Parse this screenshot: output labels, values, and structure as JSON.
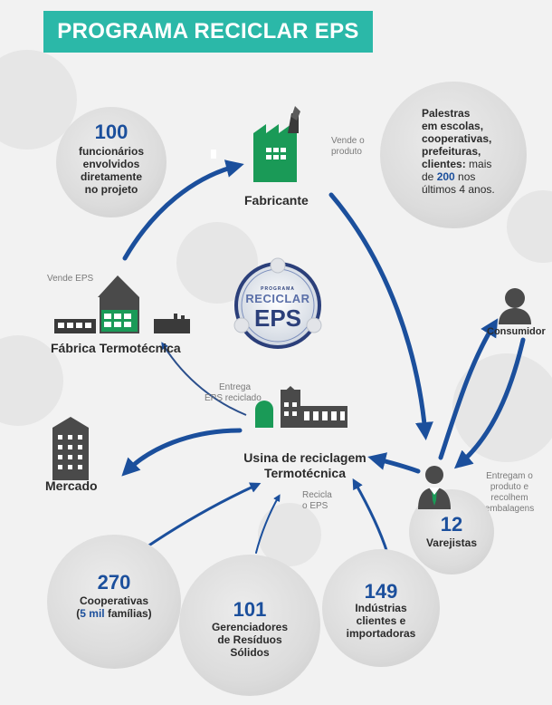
{
  "title": "PROGRAMA RECICLAR EPS",
  "logo": {
    "line1": "PROGRAMA",
    "line2": "RECICLAR",
    "line3": "EPS"
  },
  "employees": {
    "number": "100",
    "text": [
      "funcionários",
      "envolvidos",
      "diretamente",
      "no projeto"
    ]
  },
  "lectures": {
    "lines": [
      "Palestras",
      "em escolas,",
      "cooperativas,",
      "prefeituras,"
    ],
    "clients": "clientes:",
    "more": " mais",
    "de": "de ",
    "number": "200",
    "nos": " nos",
    "last": "últimos 4 anos."
  },
  "nodes": {
    "fabricante": "Fabricante",
    "fabrica_termotecnica": "Fábrica Termotécnica",
    "consumidor": "Consumidor",
    "mercado": "Mercado",
    "usina_line1": "Usina de reciclagem",
    "usina_line2": "Termotécnica"
  },
  "labels": {
    "vende_produto": [
      "Vende o",
      "produto"
    ],
    "vende_eps": "Vende EPS",
    "entrega_eps": [
      "Entrega",
      "EPS reciclado"
    ],
    "recicla": [
      "Recicla",
      "o EPS"
    ],
    "entregam": [
      "Entregam o",
      "produto e recolhem",
      "embalagens"
    ]
  },
  "varejistas": {
    "number": "12",
    "label": "Varejistas"
  },
  "cooperativas": {
    "number": "270",
    "label": "Cooperativas",
    "open": "(",
    "mil": "5 mil",
    "familias": " famílias)"
  },
  "gerenciadores": {
    "number": "101",
    "lines": [
      "Gerenciadores",
      "de Resíduos",
      "Sólidos"
    ]
  },
  "industrias": {
    "number": "149",
    "lines": [
      "Indústrias",
      "clientes e",
      "importadoras"
    ]
  },
  "colors": {
    "teal": "#2bb8a8",
    "green": "#1a9a57",
    "blue": "#1b4f9c",
    "dark": "#3a3a3a"
  }
}
